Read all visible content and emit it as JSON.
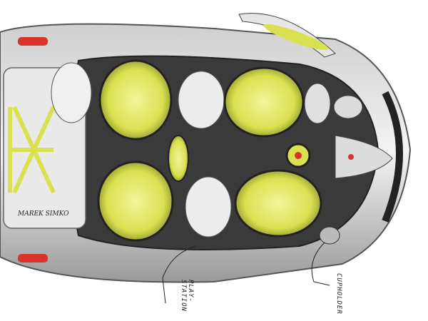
{
  "annotations": {
    "play_station": "PLAY-STATION",
    "cupholder": "CUPHOLDER"
  },
  "signature": "MAREK SIMKO",
  "colors": {
    "seat_accent": "#e3ea6a",
    "body": "#e6e6e6",
    "interior": "#3a3a3a",
    "tail_light": "#d9342b"
  }
}
